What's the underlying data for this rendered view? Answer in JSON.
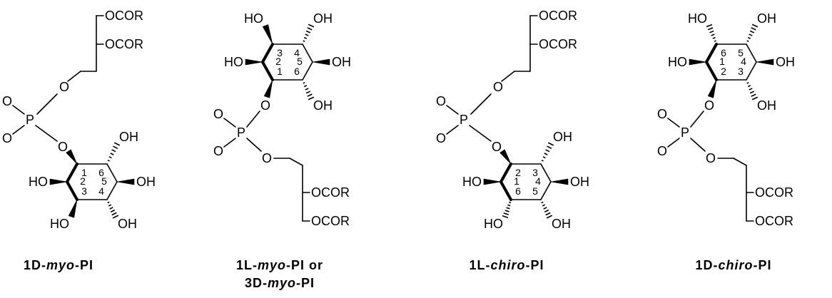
{
  "figure": {
    "labels": {
      "acyl": "OCOR",
      "oxygen": "O",
      "phosphorus": "P",
      "hydroxyl_right": "OH",
      "hydroxyl_left": "HO"
    },
    "structures": [
      {
        "caption_lines": [
          [
            {
              "text": "1D-",
              "italic": false
            },
            {
              "text": "myo",
              "italic": true
            },
            {
              "text": "-PI",
              "italic": false
            }
          ]
        ],
        "ring_numbers": [
          "1",
          "6",
          "2",
          "5",
          "3",
          "4"
        ]
      },
      {
        "caption_lines": [
          [
            {
              "text": "1L-",
              "italic": false
            },
            {
              "text": "myo",
              "italic": true
            },
            {
              "text": "-PI or",
              "italic": false
            }
          ],
          [
            {
              "text": "3D-",
              "italic": false
            },
            {
              "text": "myo",
              "italic": true
            },
            {
              "text": "-PI",
              "italic": false
            }
          ]
        ],
        "ring_numbers": [
          "3",
          "4",
          "2",
          "5",
          "1",
          "6"
        ]
      },
      {
        "caption_lines": [
          [
            {
              "text": "1L-",
              "italic": false
            },
            {
              "text": "chiro",
              "italic": true
            },
            {
              "text": "-PI",
              "italic": false
            }
          ]
        ],
        "ring_numbers": [
          "2",
          "3",
          "1",
          "4",
          "6",
          "5"
        ]
      },
      {
        "caption_lines": [
          [
            {
              "text": "1D-",
              "italic": false
            },
            {
              "text": "chiro",
              "italic": true
            },
            {
              "text": "-PI",
              "italic": false
            }
          ]
        ],
        "ring_numbers": [
          "6",
          "5",
          "1",
          "4",
          "2",
          "3"
        ]
      }
    ]
  }
}
